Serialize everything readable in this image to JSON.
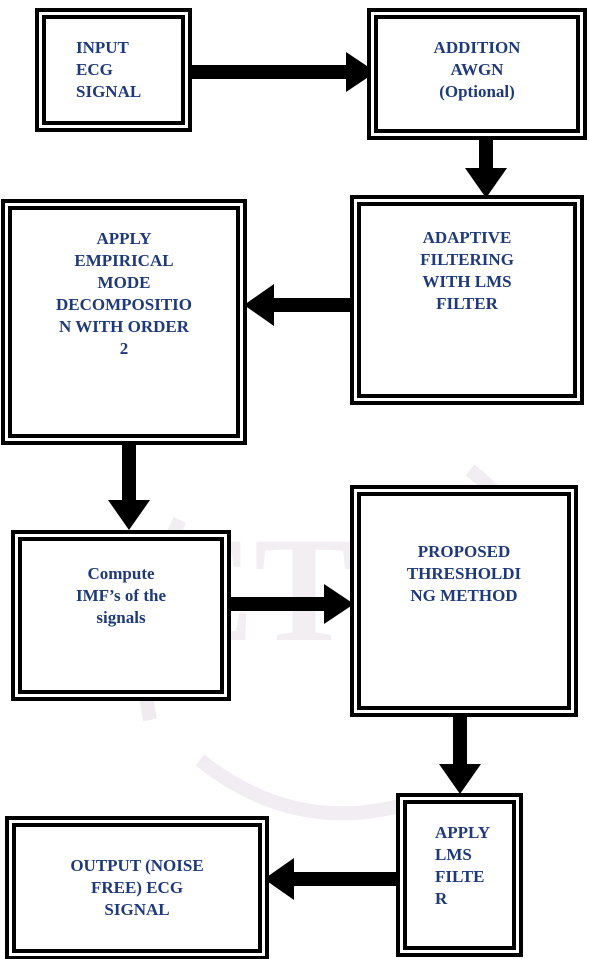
{
  "diagram": {
    "nodes": [
      {
        "id": "input-ecg",
        "label": "INPUT\nECG\nSIGNAL"
      },
      {
        "id": "addition-awgn",
        "label": "ADDITION\nAWGN\n(Optional)"
      },
      {
        "id": "adaptive-filtering",
        "label": "ADAPTIVE\nFILTERING\nWITH LMS\nFILTER"
      },
      {
        "id": "apply-emd",
        "label": "APPLY\nEMPIRICAL\nMODE\nDECOMPOSITIO\nN WITH ORDER\n2"
      },
      {
        "id": "compute-imf",
        "label": "Compute\nIMF’s of the\nsignals"
      },
      {
        "id": "proposed-thresholding",
        "label": "PROPOSED\nTHRESHOLDI\nNG METHOD"
      },
      {
        "id": "apply-lms",
        "label": "APPLY\nLMS\nFILTE\nR"
      },
      {
        "id": "output-ecg",
        "label": "OUTPUT (NOISE\nFREE) ECG\nSIGNAL"
      }
    ],
    "edges": [
      {
        "from": "input-ecg",
        "to": "addition-awgn"
      },
      {
        "from": "addition-awgn",
        "to": "adaptive-filtering"
      },
      {
        "from": "adaptive-filtering",
        "to": "apply-emd"
      },
      {
        "from": "apply-emd",
        "to": "compute-imf"
      },
      {
        "from": "compute-imf",
        "to": "proposed-thresholding"
      },
      {
        "from": "proposed-thresholding",
        "to": "apply-lms"
      },
      {
        "from": "apply-lms",
        "to": "output-ecg"
      }
    ],
    "watermark": {
      "text": "JETIR",
      "color": "#7a4a7e"
    }
  }
}
